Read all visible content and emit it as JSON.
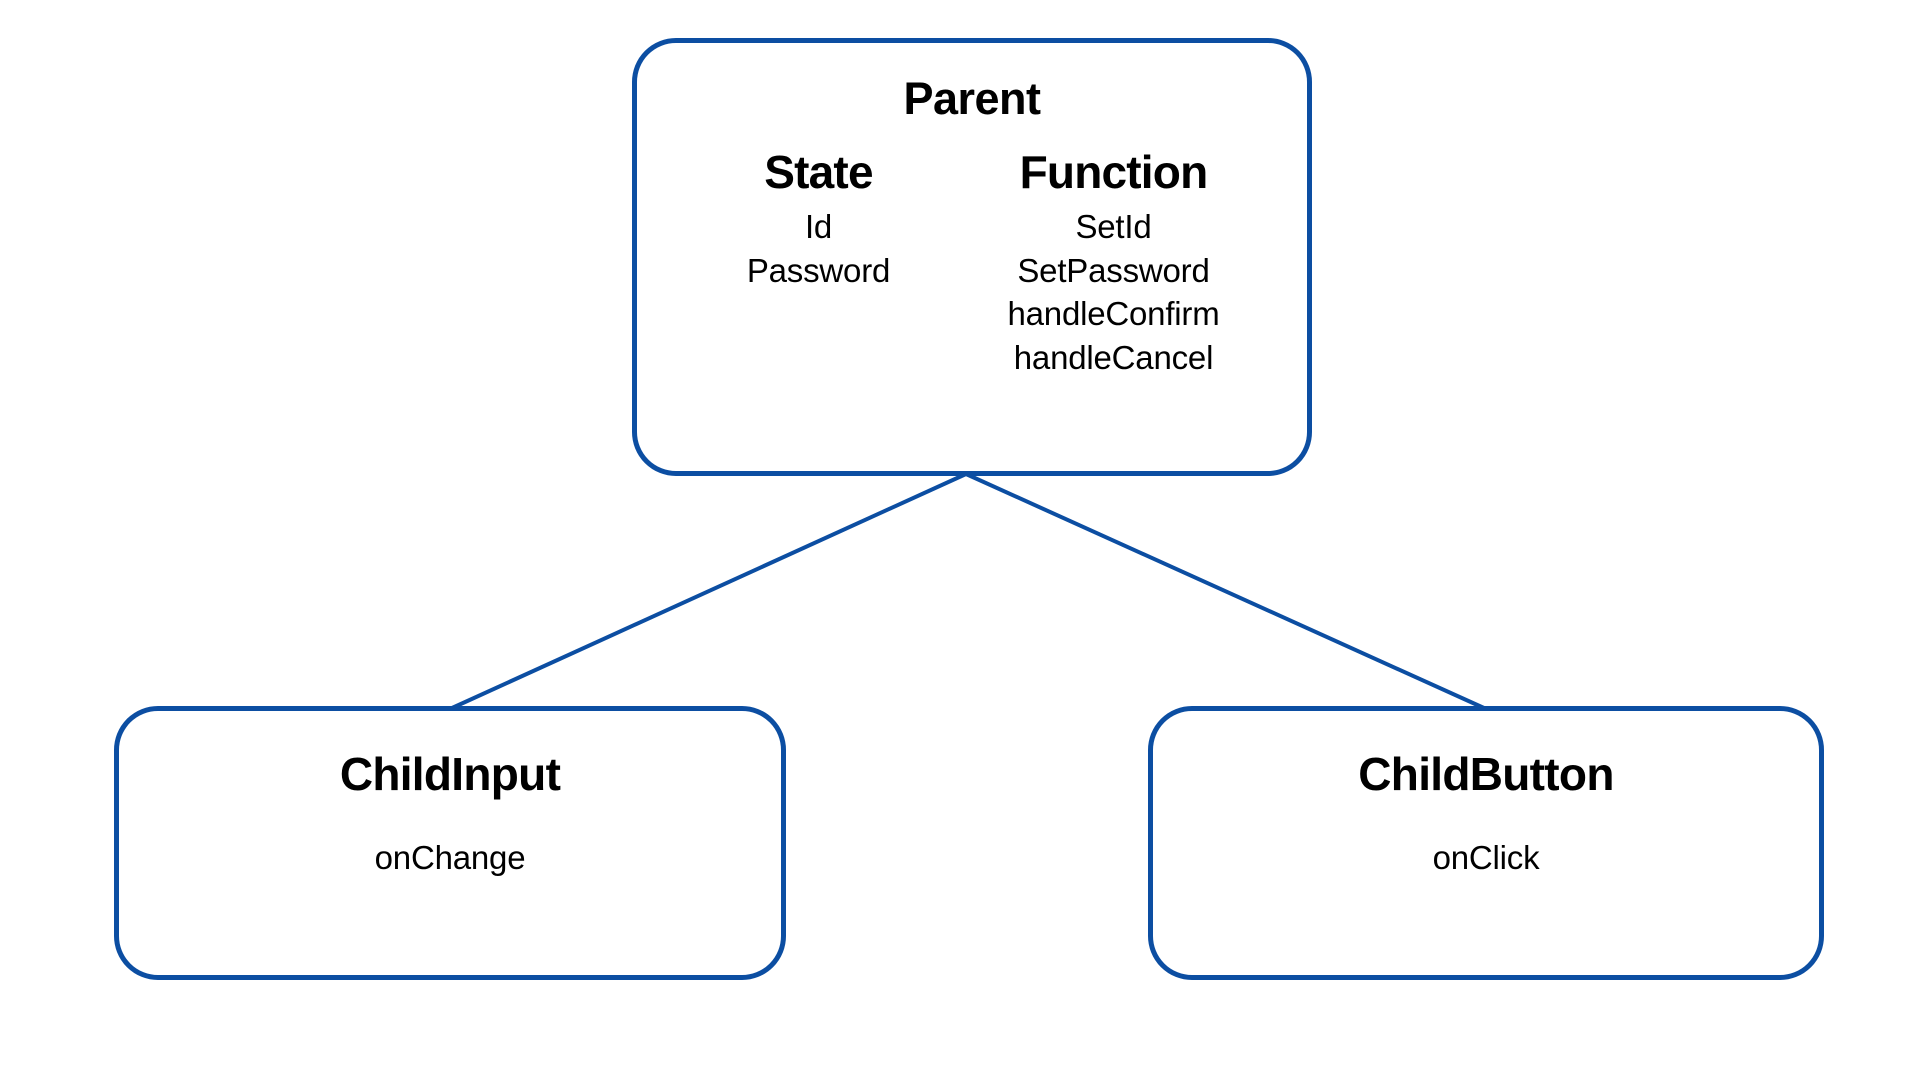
{
  "diagram": {
    "type": "component-hierarchy",
    "accent_color": "#0c4ea2",
    "background_color": "#ffffff",
    "nodes": [
      {
        "id": "parent",
        "title": "Parent",
        "columns": [
          {
            "heading": "State",
            "items": [
              "Id",
              "Password"
            ]
          },
          {
            "heading": "Function",
            "items": [
              "SetId",
              "SetPassword",
              "handleConfirm",
              "handleCancel"
            ]
          }
        ]
      },
      {
        "id": "child-input",
        "title": "ChildInput",
        "props": [
          "onChange"
        ]
      },
      {
        "id": "child-button",
        "title": "ChildButton",
        "props": [
          "onClick"
        ]
      }
    ],
    "edges": [
      {
        "from": "parent",
        "to": "child-input"
      },
      {
        "from": "parent",
        "to": "child-button"
      }
    ]
  }
}
